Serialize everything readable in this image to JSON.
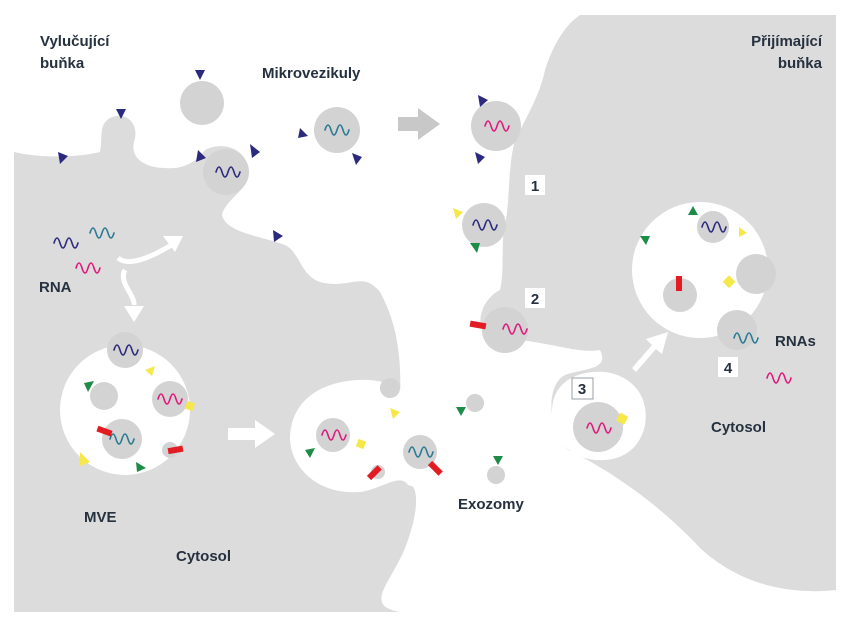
{
  "labels": {
    "secreting_cell": [
      "Vylučující",
      "buňka"
    ],
    "receiving_cell": [
      "Přijímající",
      "buňka"
    ],
    "microvesicles": "Mikrovezikuly",
    "rna": "RNA",
    "mve": "MVE",
    "cytosol_left": "Cytosol",
    "exosomes": "Exozomy",
    "cytosol_right": "Cytosol",
    "rnas": "RNAs"
  },
  "steps": [
    "1",
    "2",
    "3",
    "4"
  ],
  "colors": {
    "cell_gray": "#dcdcdc",
    "vesicle_gray": "#d3d3d3",
    "arrow_gray": "#c8c8c8",
    "navy": "#2b2a7e",
    "magenta": "#e0197d",
    "teal": "#2a7a94",
    "yellow": "#f7e84a",
    "green": "#1c8c46",
    "red": "#e31b23",
    "text": "#26313f"
  }
}
